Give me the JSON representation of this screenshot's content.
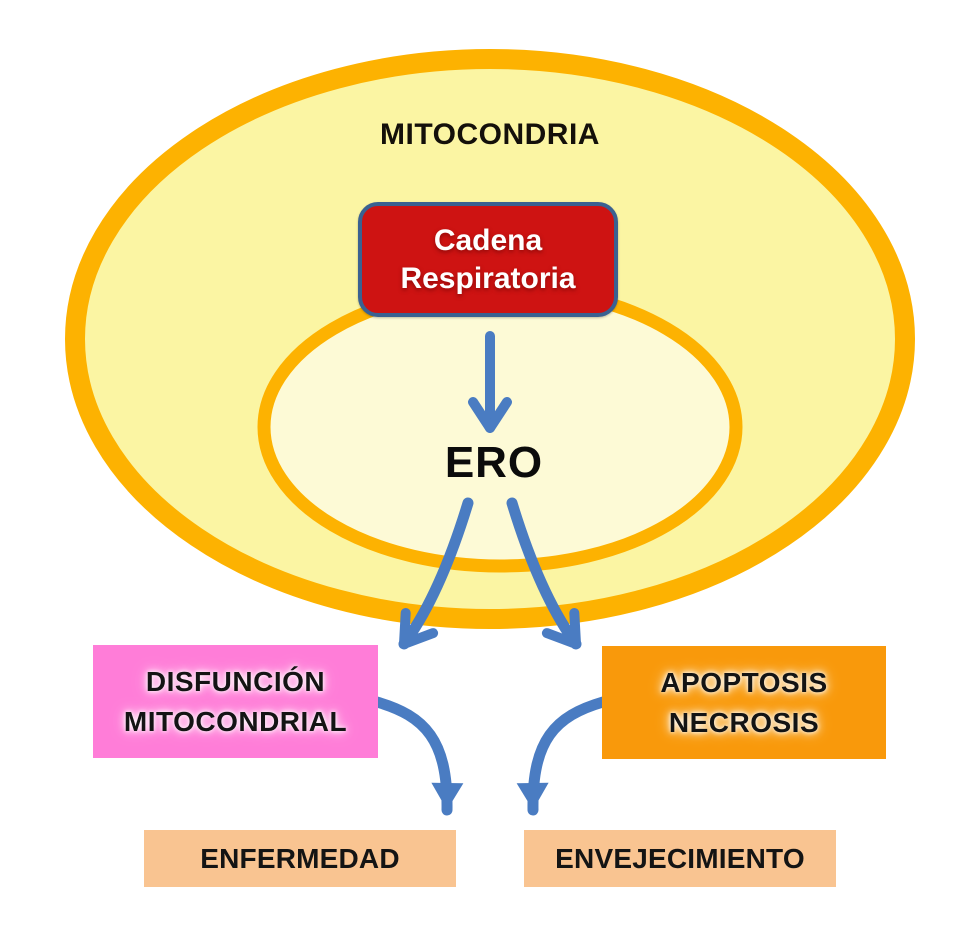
{
  "diagram": {
    "outer_label": "MITOCONDRIA",
    "cadena_box": {
      "line1": "Cadena",
      "line2": "Respiratoria"
    },
    "ero_label": "ERO",
    "disfuncion_box": {
      "line1": "DISFUNCIÓN",
      "line2": "MITOCONDRIAL"
    },
    "apoptosis_box": {
      "line1": "APOPTOSIS",
      "line2": "NECROSIS"
    },
    "enfermedad_label": "ENFERMEDAD",
    "envejecimiento_label": "ENVEJECIMIENTO",
    "edges": [
      {
        "from": "Cadena Respiratoria",
        "to": "ERO"
      },
      {
        "from": "ERO",
        "to": "DISFUNCIÓN MITOCONDRIAL"
      },
      {
        "from": "ERO",
        "to": "APOPTOSIS NECROSIS"
      },
      {
        "from": "DISFUNCIÓN MITOCONDRIAL",
        "to": "ENFERMEDAD"
      },
      {
        "from": "APOPTOSIS NECROSIS",
        "to": "ENVEJECIMIENTO"
      }
    ],
    "colors": {
      "membrane_orange": "#FDB201",
      "outer_matrix_fill": "#FBF5A3",
      "inner_matrix_fill": "#FDFAD6",
      "cadena_red": "#CE1312",
      "cadena_border_blue": "#3A6191",
      "arrow_blue": "#4A7CC2",
      "disfuncion_pink": "#FF7DD8",
      "apoptosis_orange": "#F9990B",
      "outcome_peach": "#F9C491",
      "text_black": "#141414",
      "text_white": "#FFFFFF"
    }
  }
}
